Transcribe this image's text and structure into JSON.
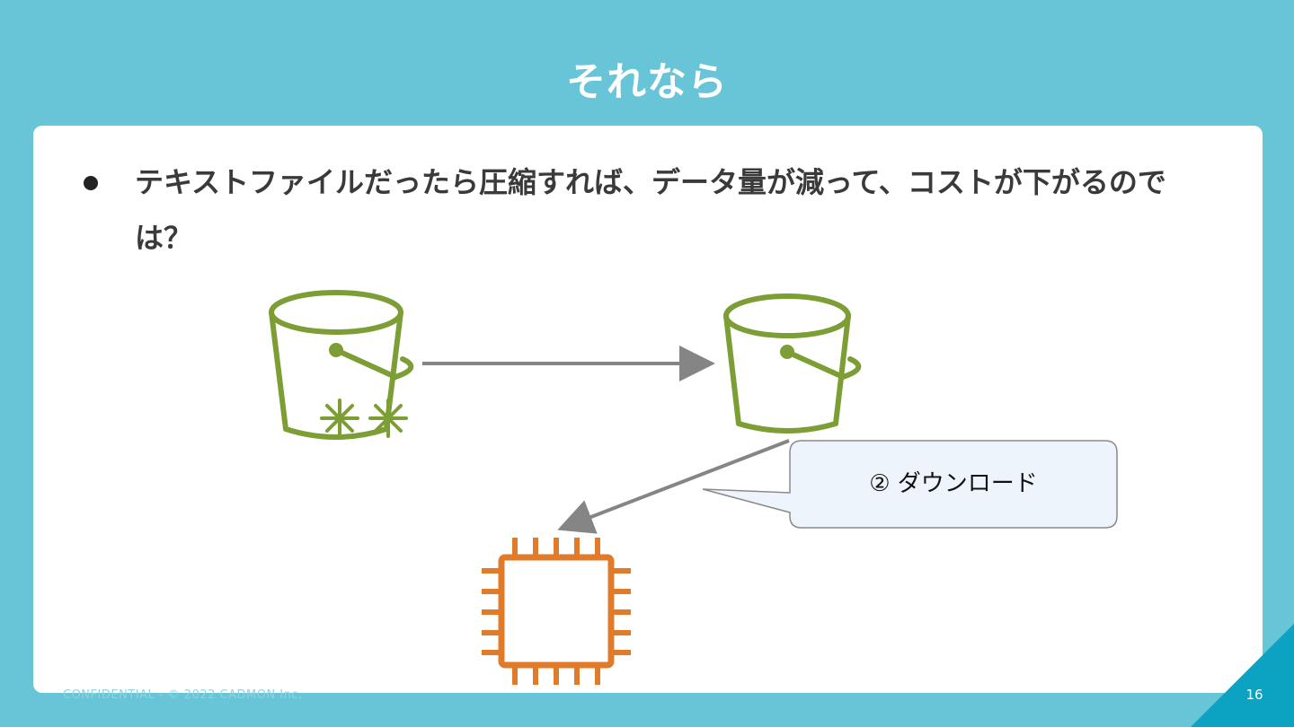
{
  "slide": {
    "title": "それなら",
    "bullet": "テキストファイルだったら圧縮すれば、データ量が減って、コストが下がるのでは？",
    "callout": "② ダウンロード",
    "footer": "CONFIDENTIAL - © 2022 CADMON Inc.",
    "page_number": "16"
  },
  "colors": {
    "background": "#67C5D7",
    "card": "#FFFFFF",
    "bucket": "#7C9E34",
    "chip": "#E07B2B",
    "arrow": "#858585",
    "callout_fill": "#EEF4FC",
    "corner": "#0BA3C1"
  },
  "icons": {
    "source_bucket": "s3-glacier-bucket-icon",
    "target_bucket": "s3-bucket-icon",
    "instance": "ec2-instance-chip-icon"
  }
}
